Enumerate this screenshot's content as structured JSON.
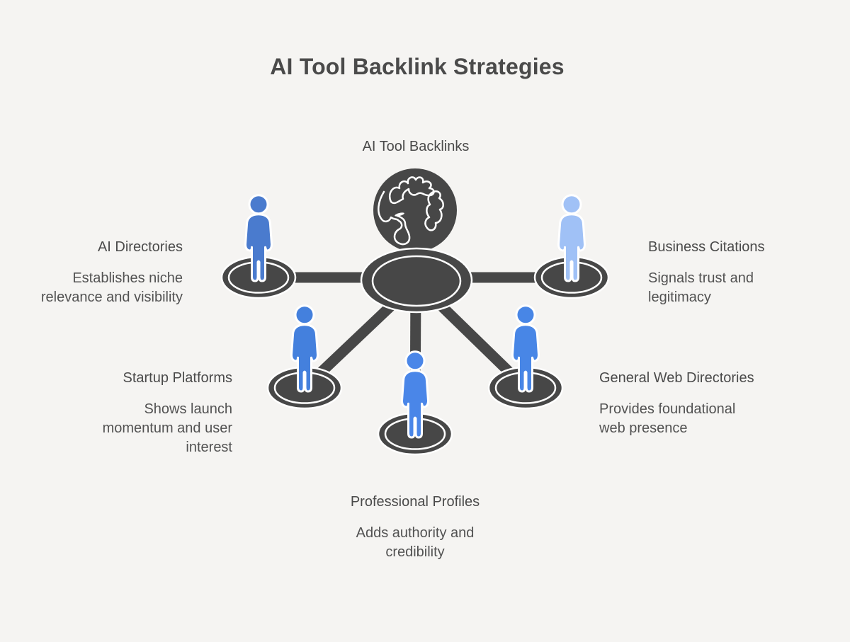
{
  "title": "AI Tool Backlink Strategies",
  "hub": {
    "label": "AI Tool Backlinks",
    "icon": "globe-on-pedestal"
  },
  "nodes": [
    {
      "id": "ai-directories",
      "label": "AI Directories",
      "description": "Establishes niche\nrelevance and visibility",
      "person_color": "#4a7bce",
      "position": "middle-left"
    },
    {
      "id": "business-citations",
      "label": "Business Citations",
      "description": "Signals trust and\nlegitimacy",
      "person_color": "#a0c1f6",
      "position": "middle-right"
    },
    {
      "id": "startup-platforms",
      "label": "Startup Platforms",
      "description": "Shows launch\nmomentum and user\ninterest",
      "person_color": "#4480dd",
      "position": "bottom-left"
    },
    {
      "id": "professional-profiles",
      "label": "Professional Profiles",
      "description": "Adds authority and\ncredibility",
      "person_color": "#4a86e8",
      "position": "bottom-center"
    },
    {
      "id": "general-web-directories",
      "label": "General Web Directories",
      "description": "Provides foundational\nweb presence",
      "person_color": "#4886e6",
      "position": "bottom-right"
    }
  ],
  "colors": {
    "background": "#f5f4f2",
    "dark": "#474747",
    "text": "#4a4a4a",
    "desc": "#525252",
    "accent_blue": "#4a86e8",
    "light_blue": "#a0c1f6"
  }
}
